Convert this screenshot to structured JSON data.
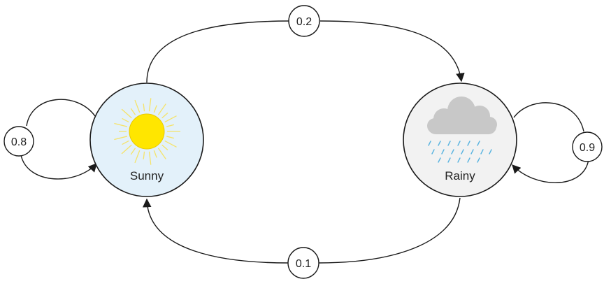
{
  "states": {
    "sunny": {
      "label": "Sunny",
      "fill": "#e3f1fa",
      "sun_color": "#ffe600",
      "ray_color": "#f5e36a"
    },
    "rainy": {
      "label": "Rainy",
      "fill": "#f2f2f2",
      "cloud_color": "#c8c8c8",
      "rain_color": "#5ab4e0"
    }
  },
  "transitions": {
    "sunny_to_sunny": "0.8",
    "sunny_to_rainy": "0.2",
    "rainy_to_rainy": "0.9",
    "rainy_to_sunny": "0.1"
  },
  "colors": {
    "stroke": "#1a1a1a"
  }
}
